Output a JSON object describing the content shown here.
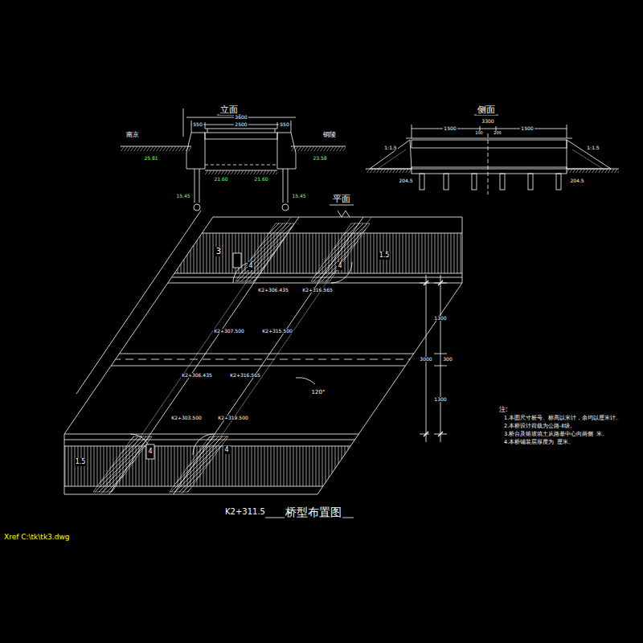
{
  "diagram": {
    "title": "桥型布置图",
    "labels": [
      "立面",
      "侧面",
      "平面",
      "南京",
      "铜陵",
      "3600",
      "550",
      "2500",
      "550",
      "25.81",
      "21.60",
      "21.60",
      "23.58",
      "15.45",
      "15.45",
      "3300",
      "1500",
      "1500",
      "100",
      "200",
      "1:1.5",
      "1:1.5",
      "204.5",
      "204.5",
      "3",
      "4",
      "4",
      "1.5",
      "4",
      "4",
      "1.5",
      "K2+306.435",
      "K2+316.565",
      "K2+307.500",
      "K2+315.500",
      "K2+306.435",
      "K2+316.565",
      "K2+303.500",
      "K2+319.500",
      "120°",
      "1300",
      "300",
      "1300",
      "3000",
      "注:",
      "1.本图尺寸桩号、标高以米计，余均以厘米计。",
      "2.本桥设计荷载为公路-Ⅱ级。",
      "3.桥台及锥坡填土从路基中心向两侧  米。",
      "4.本桥铺装层厚度为  厘米。",
      "K2+311.5",
      "Xref C:\\tk\\tk3.dwg"
    ]
  }
}
